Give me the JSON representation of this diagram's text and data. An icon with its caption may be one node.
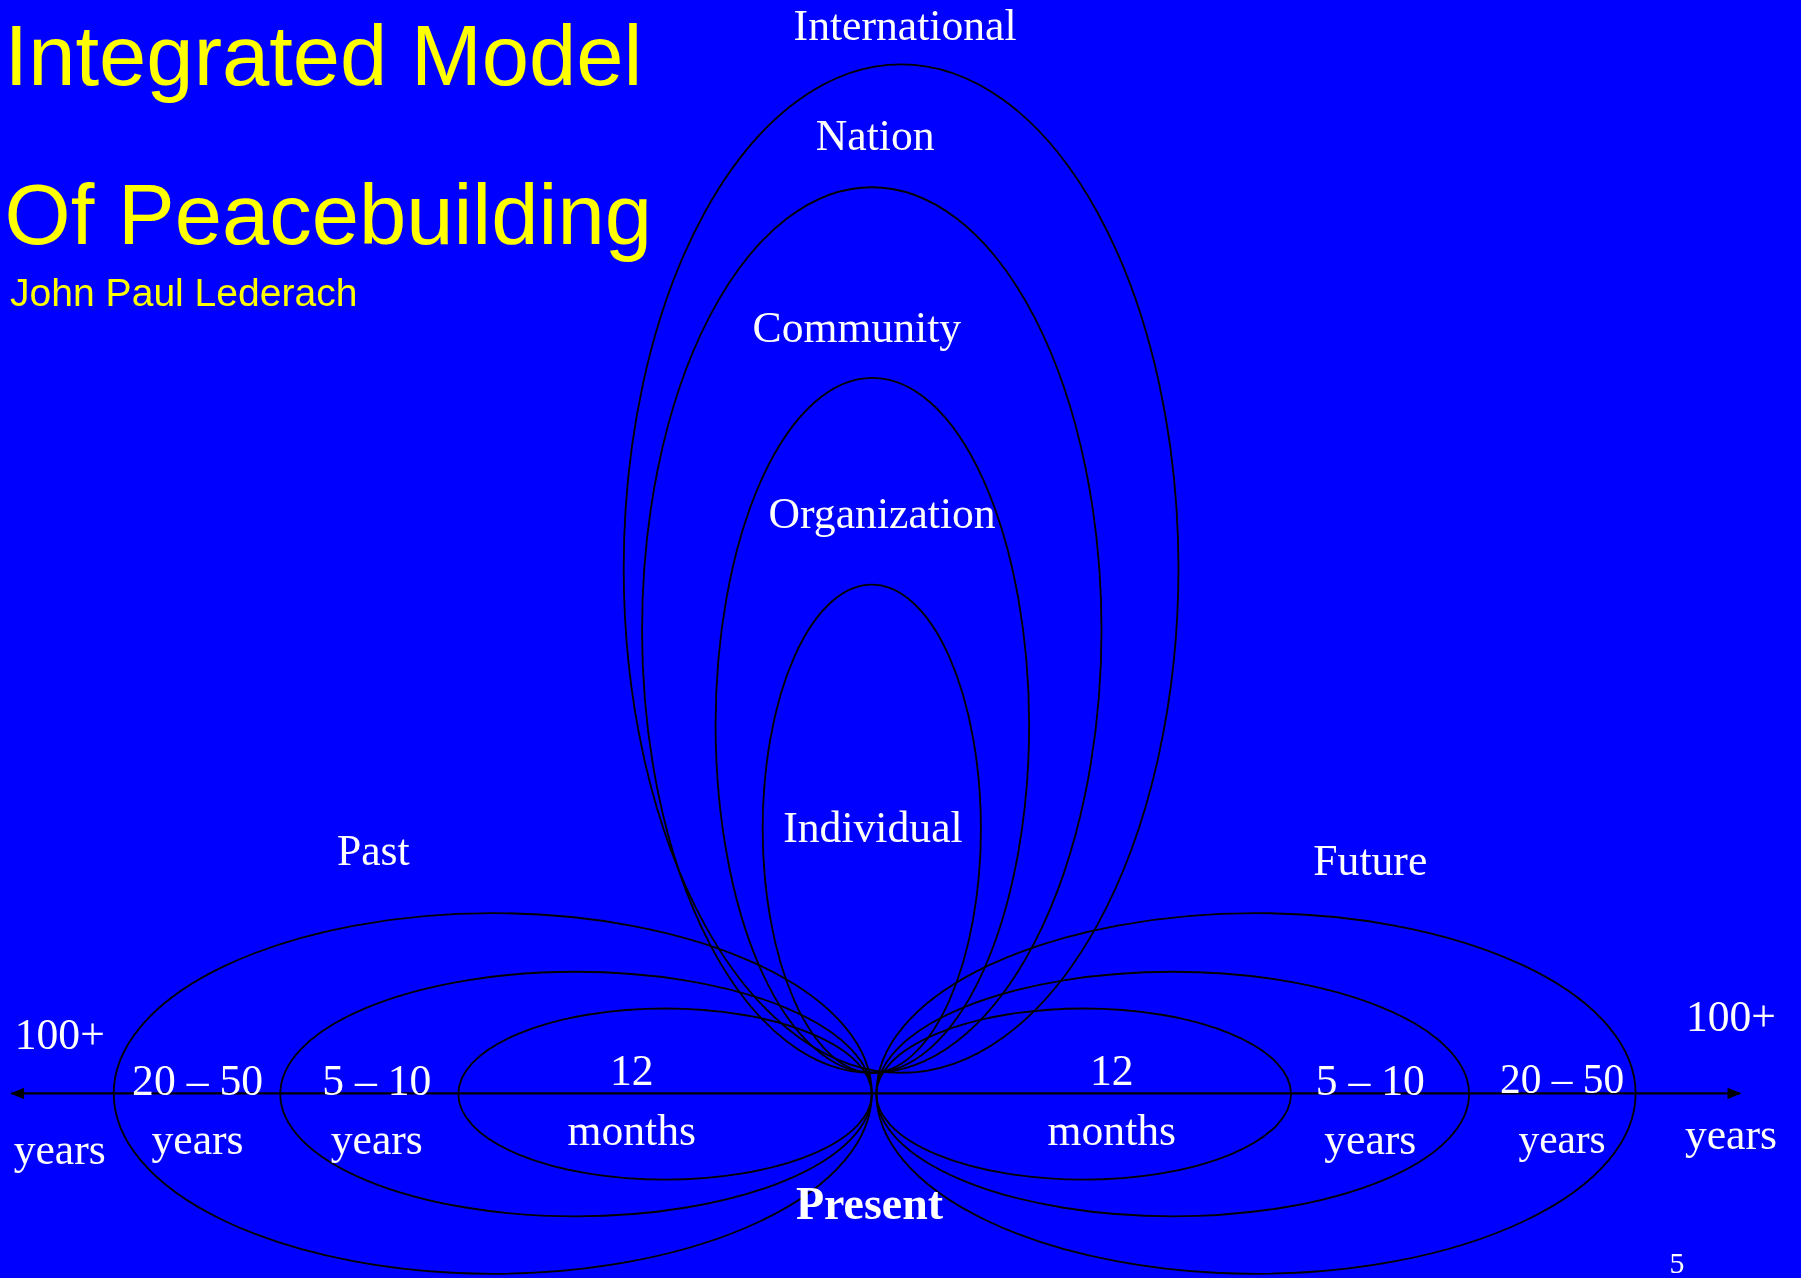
{
  "diagram": {
    "title": "Integrated Model Of Peacebuilding",
    "nodes": [
      {
        "text": [
          "Nation"
        ]
      },
      {
        "text": [
          "Community"
        ],
        "in": 0
      },
      {
        "text": [
          "Organization"
        ],
        "in": 1
      },
      {
        "text": [
          "Individual"
        ],
        "in": 2
      },
      {
        "text": [
          "20 – 50 years"
        ]
      },
      {
        "text": [
          "5 – 10 years"
        ],
        "in": 4
      },
      {
        "text": [
          "12 months"
        ],
        "in": 5
      },
      {
        "text": [
          "20 – 50 years"
        ]
      },
      {
        "text": [
          "5 – 10 years"
        ],
        "in": 7
      },
      {
        "text": [
          "12 months"
        ],
        "in": 8
      }
    ],
    "edges": [],
    "labels": [
      "John Paul Lederach",
      "International",
      "Past",
      "Future",
      "100+ years",
      "100+ years",
      "Present",
      "5"
    ]
  }
}
